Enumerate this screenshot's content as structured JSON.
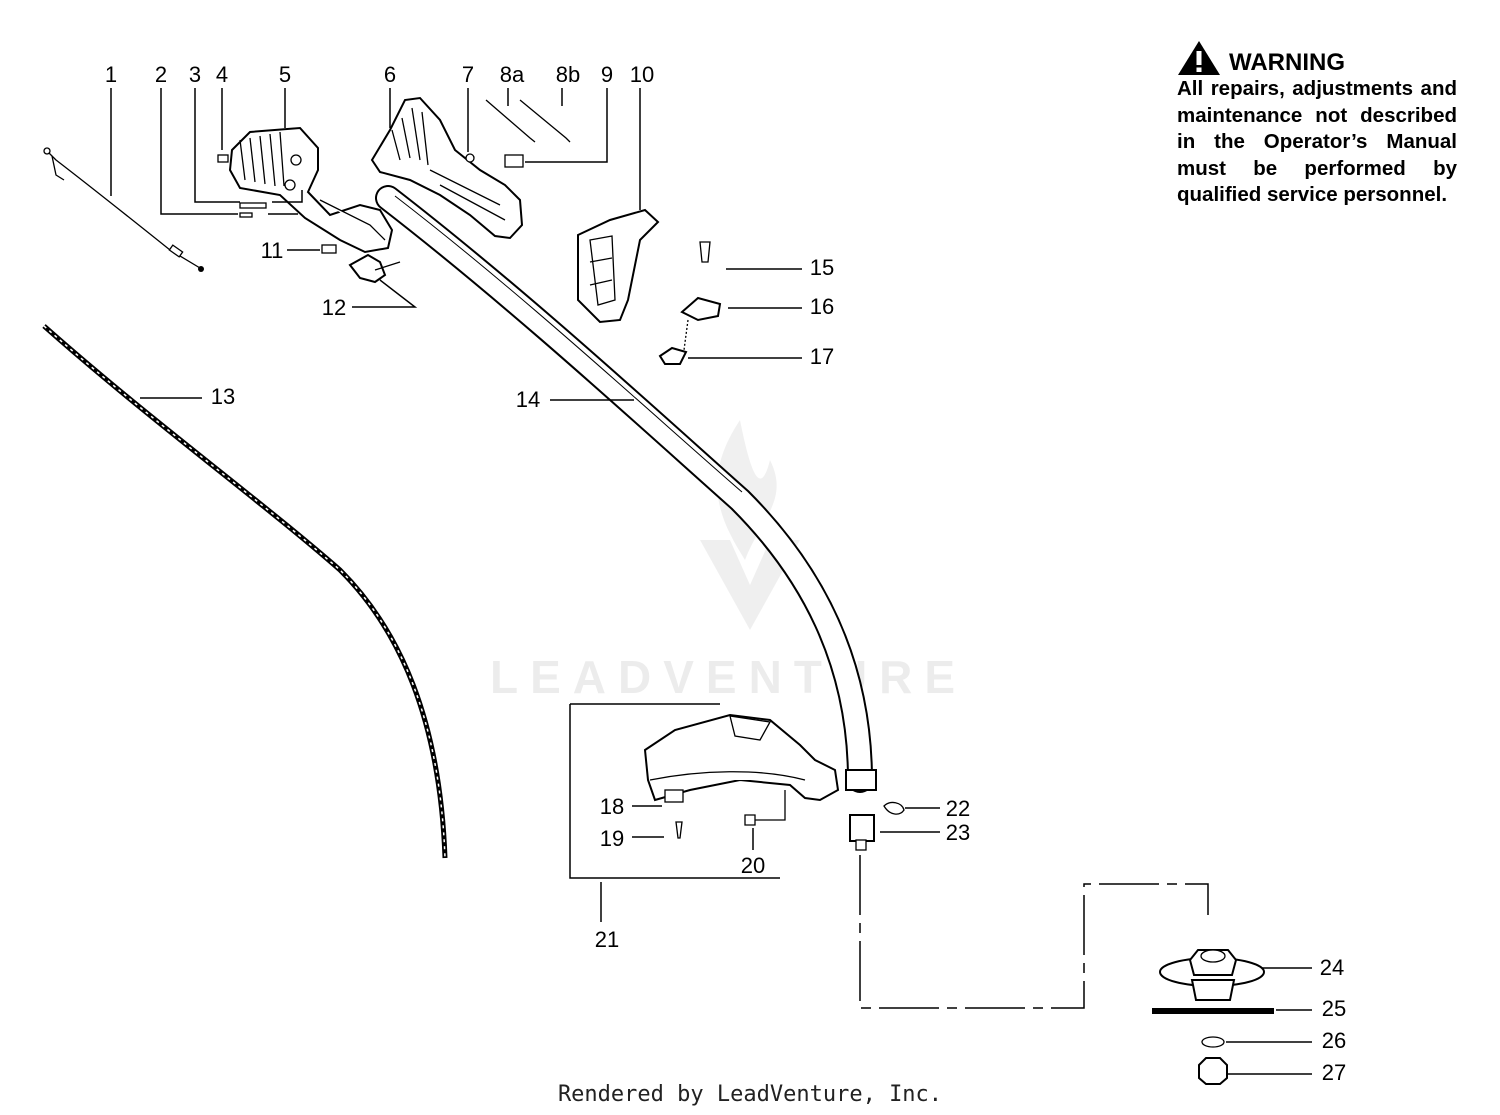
{
  "warning": {
    "title": "WARNING",
    "text": "All repairs, adjustments and maintenance not described in the Operator’s Manual must be performed by qualified service personnel."
  },
  "callouts": {
    "c1": "1",
    "c2": "2",
    "c3": "3",
    "c4": "4",
    "c5": "5",
    "c6": "6",
    "c7": "7",
    "c8a": "8a",
    "c8b": "8b",
    "c9": "9",
    "c10": "10",
    "c11": "11",
    "c12": "12",
    "c13": "13",
    "c14": "14",
    "c15": "15",
    "c16": "16",
    "c17": "17",
    "c18": "18",
    "c19": "19",
    "c20": "20",
    "c21": "21",
    "c22": "22",
    "c23": "23",
    "c24": "24",
    "c25": "25",
    "c26": "26",
    "c27": "27"
  },
  "watermark": "LEADVENTURE",
  "footer": "Rendered by LeadVenture, Inc.",
  "colors": {
    "ink": "#000000",
    "background": "#ffffff"
  },
  "icons": {
    "warning": "warning-triangle-icon"
  }
}
